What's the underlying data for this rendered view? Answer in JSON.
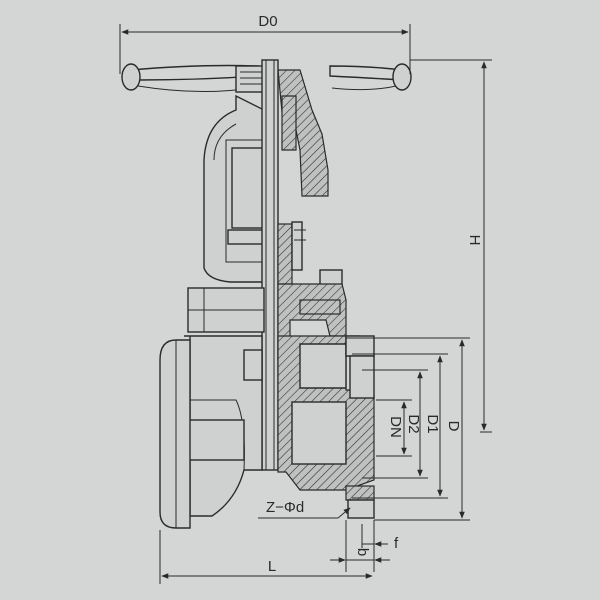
{
  "labels": {
    "d0": "D0",
    "h": "H",
    "dn": "DN",
    "d2": "D2",
    "d1": "D1",
    "d": "D",
    "zphid": "Z−Φd",
    "f": "f",
    "b": "b",
    "l": "L"
  },
  "colors": {
    "background": "#d4d6d5",
    "line": "#2a2a2a"
  }
}
